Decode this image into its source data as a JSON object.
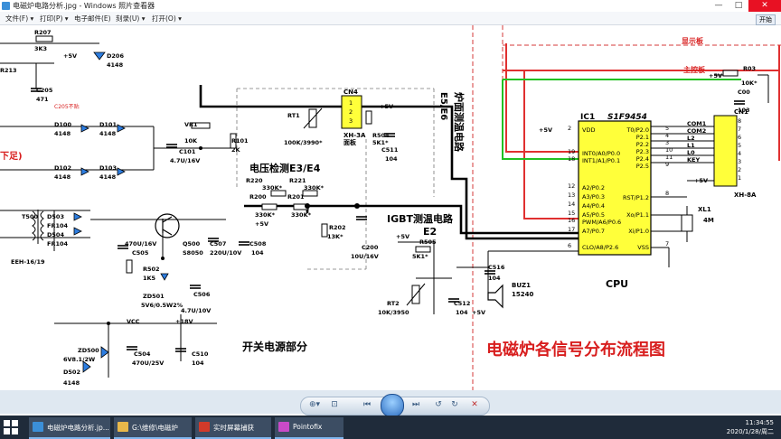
{
  "window": {
    "title": "电磁炉电路分析.jpg - Windows 照片查看器",
    "controls": {
      "minimize": "—",
      "maximize": "□",
      "close": "✕"
    }
  },
  "menu": {
    "items": [
      "文件(F) ▾",
      "打印(P) ▾",
      "电子邮件(E)",
      "刻录(U) ▾",
      "打开(O) ▾"
    ],
    "open_button": "开始"
  },
  "schematic": {
    "title": "电磁炉各信号分布流程图",
    "section_power": "开关电源部分",
    "section_voltage": "电压检测E3/E4",
    "section_igbt": "IGBT测温电路",
    "label_e2": "E2",
    "label_e5e6": "E5/E6",
    "label_surface": "炉面测温电路",
    "label_display": "显示板",
    "label_main": "主控板",
    "label_panel": "面板",
    "label_lowvolt": "下足)",
    "label_c205_note": "C205不贴",
    "ic_name": "IC1",
    "ic_part": "S1F9454",
    "ic_label": "CPU",
    "ic_pins_left": [
      "VDD",
      "INT0/A0/P0.0",
      "INT1/A1/P0.1",
      "A2/P0.2",
      "A3/P0.3",
      "A4/P0.4",
      "A5/P0.5",
      "PWM/A6/P0.6",
      "A7/P0.7",
      "CLO/A8/P2.6"
    ],
    "ic_pins_right": [
      "T0/P2.0",
      "P2.1",
      "P2.2",
      "P2.3",
      "P2.4",
      "P2.5",
      "RST/P1.2",
      "Xo/P1.1",
      "Xi/P1.0",
      "VSS"
    ],
    "ic_pin_nums_left": [
      "2",
      "19",
      "18",
      "12",
      "13",
      "14",
      "15",
      "16",
      "17",
      "6"
    ],
    "ic_pin_nums_right": [
      "5",
      "4",
      "3",
      "10",
      "11",
      "9",
      "8",
      "7"
    ],
    "cn1_label": "CN1",
    "cn1_part": "XH-8A",
    "cn1_pins": [
      "8",
      "7",
      "6",
      "5",
      "4",
      "3",
      "2",
      "1"
    ],
    "cn1_signals": [
      "COM1",
      "COM2",
      "L2",
      "L1",
      "L0",
      "KEY"
    ],
    "cn4_label": "CN4",
    "cn4_part": "XH-3A",
    "cn4_pins": [
      "1",
      "2",
      "3"
    ],
    "xtal": {
      "name": "XL1",
      "value": "4M"
    },
    "buzzer": {
      "name": "BUZ1",
      "value": "15240"
    },
    "supply_5v": "+5V",
    "supply_18v": "+18V",
    "vcc": "VCC",
    "components": [
      {
        "ref": "R207",
        "value": "3K3"
      },
      {
        "ref": "D206",
        "value": "4148"
      },
      {
        "ref": "R213",
        "value": ""
      },
      {
        "ref": "C205",
        "value": "471"
      },
      {
        "ref": "D100",
        "value": "4148"
      },
      {
        "ref": "D101",
        "value": "4148"
      },
      {
        "ref": "D102",
        "value": "4148"
      },
      {
        "ref": "D103",
        "value": "4148"
      },
      {
        "ref": "VR1",
        "value": "10K"
      },
      {
        "ref": "C101",
        "value": "4.7U/16V"
      },
      {
        "ref": "R101",
        "value": "2K"
      },
      {
        "ref": "RT1",
        "value": "100K/3990*"
      },
      {
        "ref": "R504",
        "value": "5K1*"
      },
      {
        "ref": "C511",
        "value": "104"
      },
      {
        "ref": "R220",
        "value": "330K*"
      },
      {
        "ref": "R221",
        "value": "330K*"
      },
      {
        "ref": "R200",
        "value": "330K*"
      },
      {
        "ref": "R201",
        "value": "330K*"
      },
      {
        "ref": "R202",
        "value": "13K*"
      },
      {
        "ref": "C200",
        "value": "10U/16V"
      },
      {
        "ref": "R505",
        "value": "5K1*"
      },
      {
        "ref": "RT2",
        "value": "10K/3950"
      },
      {
        "ref": "C512",
        "value": "104"
      },
      {
        "ref": "C516",
        "value": "104"
      },
      {
        "ref": "T500",
        "value": "EEH-16/19"
      },
      {
        "ref": "D503",
        "value": "FR104"
      },
      {
        "ref": "D504",
        "value": "FR104"
      },
      {
        "ref": "C505",
        "value": "470U/16V"
      },
      {
        "ref": "Q500",
        "value": "S8050"
      },
      {
        "ref": "C507",
        "value": "220U/10V"
      },
      {
        "ref": "C508",
        "value": "104"
      },
      {
        "ref": "R502",
        "value": "1K5"
      },
      {
        "ref": "ZD501",
        "value": "5V6/0.5W2%"
      },
      {
        "ref": "C506",
        "value": "4.7U/10V"
      },
      {
        "ref": "ZD500",
        "value": "6V8.1/2W"
      },
      {
        "ref": "C504",
        "value": "470U/25V"
      },
      {
        "ref": "C510",
        "value": "104"
      },
      {
        "ref": "D502",
        "value": "4148"
      },
      {
        "ref": "R03",
        "value": "10K*"
      },
      {
        "ref": "C00",
        "value": "103"
      }
    ]
  },
  "controls_bar": {
    "zoom": "⊕▾",
    "fit": "⊡",
    "prev": "⏮",
    "slideshow": "",
    "next": "⏭",
    "rotate_ccw": "↺",
    "rotate_cw": "↻",
    "delete": "✕"
  },
  "taskbar": {
    "tasks": [
      {
        "label": "电磁炉电路分析.jp...",
        "color": "#3b8fd8"
      },
      {
        "label": "G:\\维修\\电磁炉",
        "color": "#e8b84a"
      },
      {
        "label": "实时屏幕捕获",
        "color": "#d23a2a"
      },
      {
        "label": "Pointofix",
        "color": "#c84ac8"
      }
    ],
    "time": "11:34:55",
    "date": "2020/1/28/周二"
  }
}
